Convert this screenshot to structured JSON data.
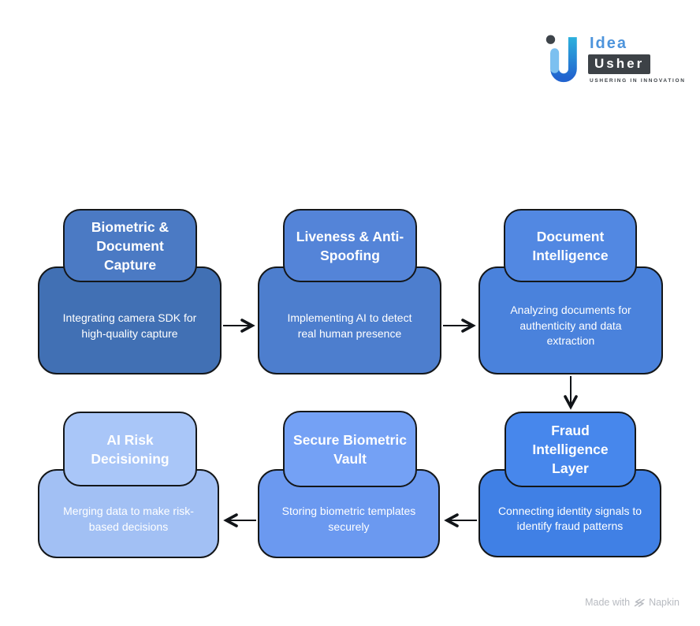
{
  "logo": {
    "brand_top": "Idea",
    "brand_bottom": "Usher",
    "tagline": "USHERING IN INNOVATION",
    "colors": {
      "dot": "#3e444a",
      "u_gradient_top": "#2cb1dd",
      "u_gradient_bottom": "#2264cf",
      "i_arm": "#7cc0f0",
      "idea_text": "#4d94dc",
      "usher_bg": "#3d4247",
      "usher_text": "#ffffff"
    }
  },
  "diagram": {
    "border_color": "#14171a",
    "text_color": "#ffffff",
    "arrow_color": "#111418",
    "nodes": [
      {
        "id": "biometric-document-capture",
        "title": "Biometric & Document Capture",
        "description": "Integrating camera SDK for high-quality capture",
        "title_color": "#4B7AC4",
        "body_color": "#4170B4"
      },
      {
        "id": "liveness-anti-spoofing",
        "title": "Liveness & Anti-Spoofing",
        "description": "Implementing AI to detect real human presence",
        "title_color": "#5484D8",
        "body_color": "#4D7ECE"
      },
      {
        "id": "document-intelligence",
        "title": "Document Intelligence",
        "description": "Analyzing documents for authenticity and data extraction",
        "title_color": "#5288E2",
        "body_color": "#4A82DC"
      },
      {
        "id": "ai-risk-decisioning",
        "title": "AI Risk Decisioning",
        "description": "Merging data to make risk-based decisions",
        "title_color": "#A9C6F8",
        "body_color": "#A2C0F4"
      },
      {
        "id": "secure-biometric-vault",
        "title": "Secure Biometric Vault",
        "description": "Storing biometric templates securely",
        "title_color": "#74A1F5",
        "body_color": "#6B99F0"
      },
      {
        "id": "fraud-intelligence-layer",
        "title": "Fraud Intelligence Layer",
        "description": "Connecting identity signals to identify fraud patterns",
        "title_color": "#4787EC",
        "body_color": "#4080E5"
      }
    ],
    "connections": [
      {
        "from": "biometric-document-capture",
        "to": "liveness-anti-spoofing",
        "direction": "right"
      },
      {
        "from": "liveness-anti-spoofing",
        "to": "document-intelligence",
        "direction": "right"
      },
      {
        "from": "document-intelligence",
        "to": "fraud-intelligence-layer",
        "direction": "down"
      },
      {
        "from": "fraud-intelligence-layer",
        "to": "secure-biometric-vault",
        "direction": "left"
      },
      {
        "from": "secure-biometric-vault",
        "to": "ai-risk-decisioning",
        "direction": "left"
      }
    ]
  },
  "footer": {
    "made_with": "Made with",
    "brand": "Napkin"
  }
}
